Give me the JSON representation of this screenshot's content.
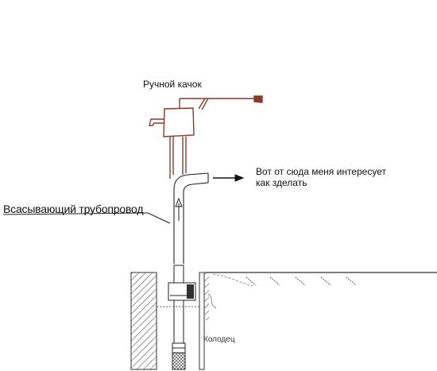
{
  "labels": {
    "pump": "Ручной качок",
    "note_line1": "Вот от сюда меня интересует",
    "note_line2": "как зделать",
    "suction_pipe": "Всасывающий трубопровод",
    "well": "Колодец"
  },
  "colors": {
    "sketch": "#8a3b2a",
    "ink": "#222222",
    "hatch": "#444444"
  }
}
